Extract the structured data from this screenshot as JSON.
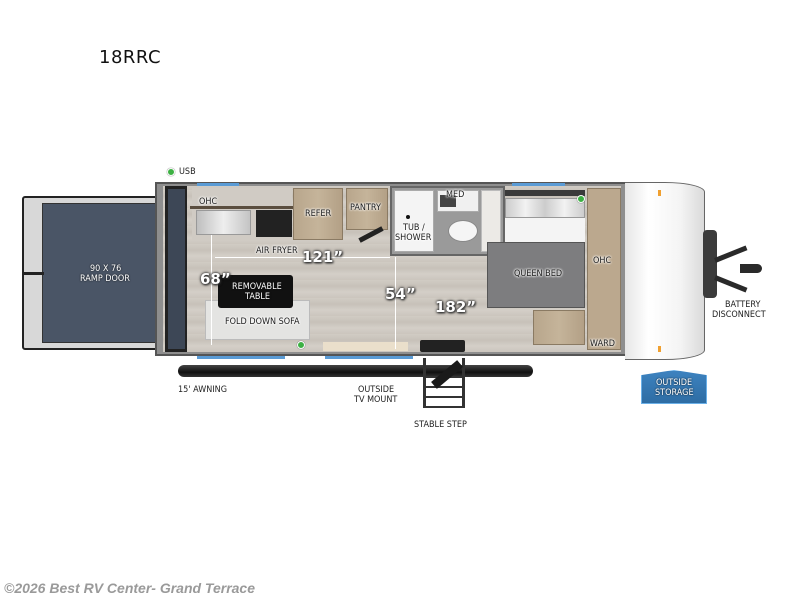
{
  "header": {
    "model": "18RRC"
  },
  "floorplan": {
    "ramp_door": {
      "size": "90 X 76",
      "label": "RAMP DOOR"
    },
    "labels": {
      "usb": "USB",
      "ohc_front": "OHC",
      "refer": "REFER",
      "pantry": "PANTRY",
      "air_fryer": "AIR FRYER",
      "removable_table_1": "REMOVABLE",
      "removable_table_2": "TABLE",
      "fold_down_sofa": "FOLD DOWN SOFA",
      "med": "MED",
      "tub_shower_1": "TUB /",
      "tub_shower_2": "SHOWER",
      "queen_bed": "QUEEN BED",
      "ohc_rear": "OHC",
      "ward": "WARD",
      "battery_1": "BATTERY",
      "battery_2": "DISCONNECT",
      "outside_storage_1": "OUTSIDE",
      "outside_storage_2": "STORAGE",
      "awning": "15' AWNING",
      "tv_mount_1": "OUTSIDE",
      "tv_mount_2": "TV MOUNT",
      "stable_step": "STABLE STEP"
    },
    "dimensions": {
      "width_68": "68”",
      "length_121": "121”",
      "width_54": "54”",
      "length_182": "182”"
    },
    "colors": {
      "ramp": "#4a5566",
      "window": "#5a9bd5",
      "usb_dot": "#3cb043",
      "storage_badge": "#2e6da4",
      "bed": "#7d7d7f",
      "wood": "#bba88e"
    }
  },
  "footer": {
    "copyright": "©2026 Best RV Center- Grand Terrace"
  }
}
